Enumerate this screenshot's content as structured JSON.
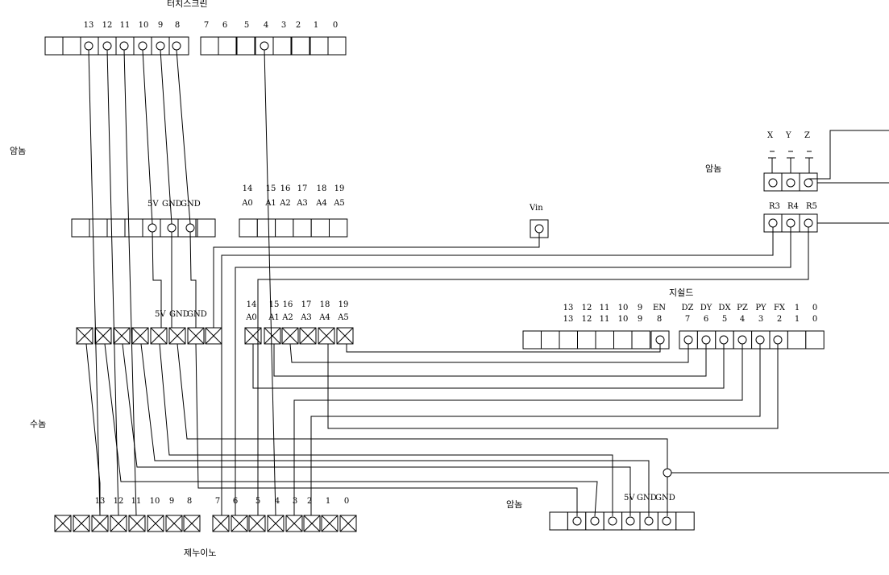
{
  "labels": {
    "touchscreen": "터치스크린",
    "female_left_top": "암놈",
    "female_right": "암놈",
    "male_left": "수놈",
    "female_bottom": "암놈",
    "gshield": "지쉴드",
    "genuino": "제누이노",
    "vin": "Vin"
  },
  "touchscreen_pins": {
    "digital": [
      "13",
      "12",
      "11",
      "10",
      "9",
      "8"
    ],
    "digital_low": [
      "7",
      "6",
      "5",
      "4",
      "3",
      "2",
      "1",
      "0"
    ]
  },
  "upper_power": [
    "5V",
    "GND",
    "GND"
  ],
  "upper_analog": {
    "nums": [
      "14",
      "15",
      "16",
      "17",
      "18",
      "19"
    ],
    "names": [
      "A0",
      "A1",
      "A2",
      "A3",
      "A4",
      "A5"
    ]
  },
  "middle_power": [
    "5V",
    "GND",
    "GND"
  ],
  "middle_analog": {
    "nums": [
      "14",
      "15",
      "16",
      "17",
      "18",
      "19"
    ],
    "names": [
      "A0",
      "A1",
      "A2",
      "A3",
      "A4",
      "A5"
    ]
  },
  "gshield_top": [
    "13",
    "12",
    "11",
    "10",
    "9",
    "EN",
    "DZ",
    "DY",
    "DX",
    "PZ",
    "PY",
    "FX",
    "1",
    "0"
  ],
  "gshield_bottom": [
    "13",
    "12",
    "11",
    "10",
    "9",
    "8",
    "7",
    "6",
    "5",
    "4",
    "3",
    "2",
    "1",
    "0"
  ],
  "sensor_axes": [
    "X",
    "Y",
    "Z"
  ],
  "sensor_regs": [
    "R3",
    "R4",
    "R5"
  ],
  "genuino_pins": [
    "13",
    "12",
    "11",
    "10",
    "9",
    "8",
    "7",
    "6",
    "5",
    "4",
    "3",
    "2",
    "1",
    "0"
  ],
  "bottom_power": [
    "5V",
    "GND",
    "GND"
  ]
}
